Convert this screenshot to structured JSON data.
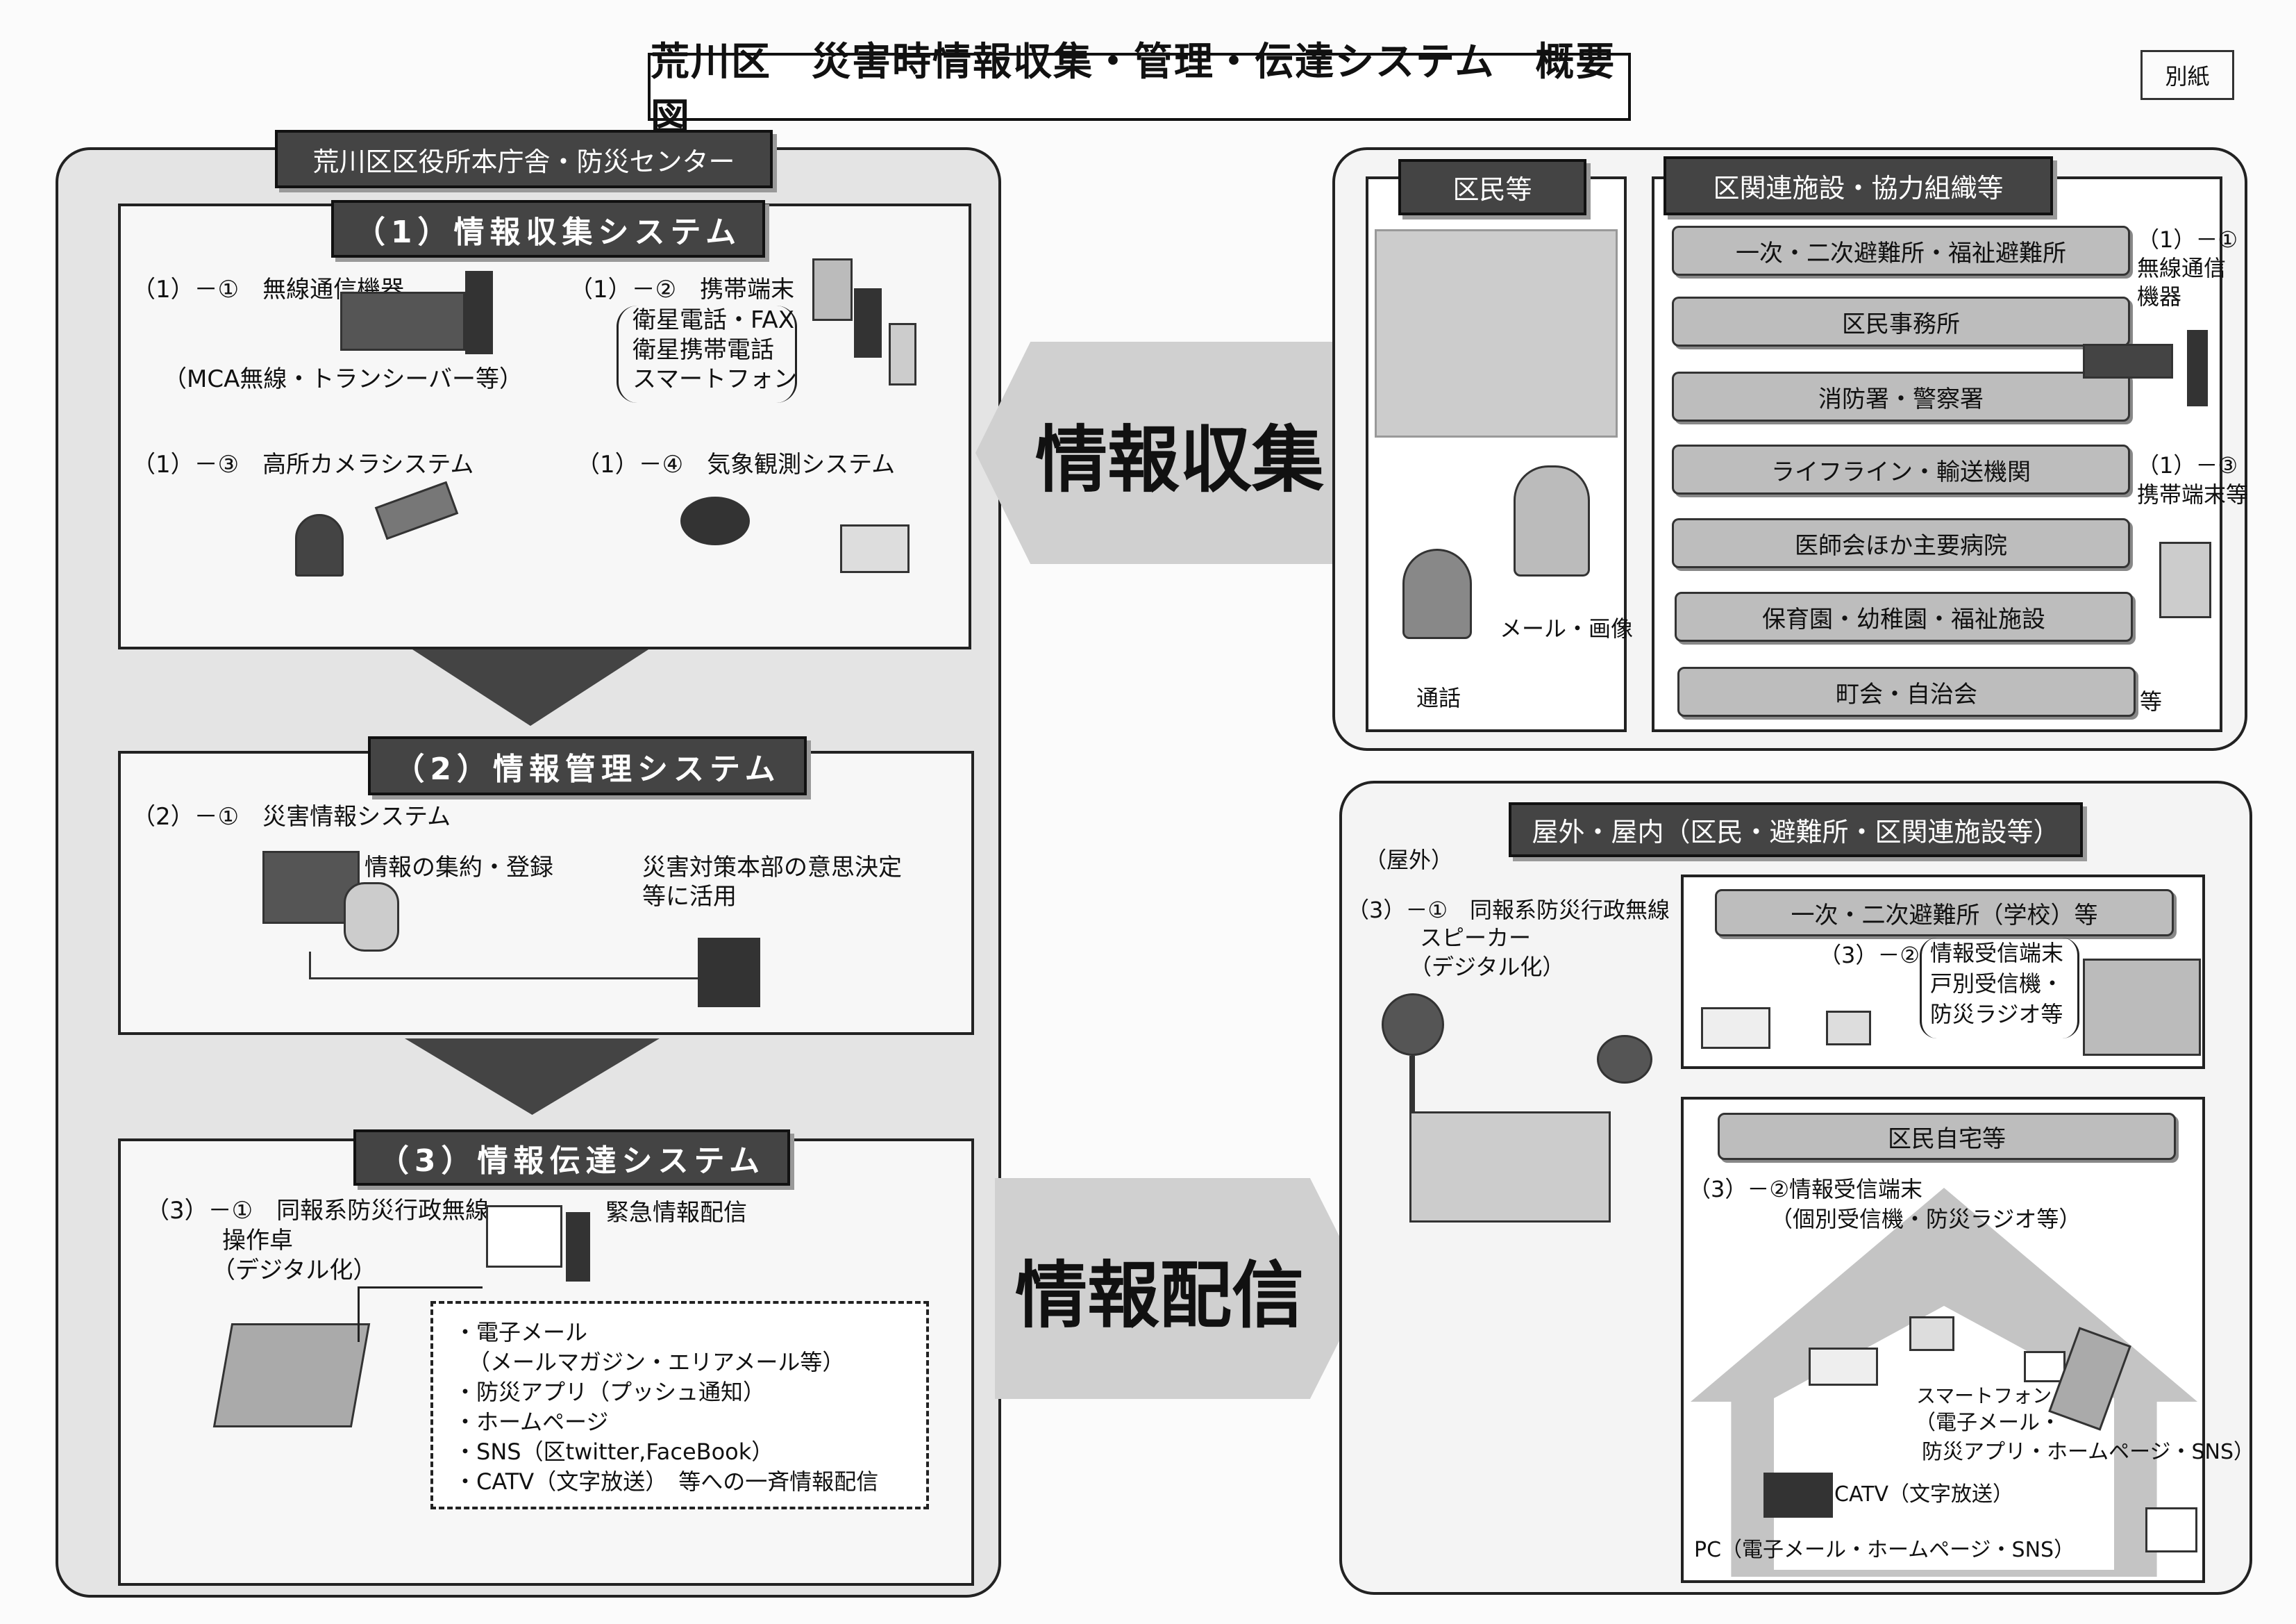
{
  "title": "荒川区　災害時情報収集・管理・伝達システム　概要図",
  "attachment_label": "別紙",
  "left": {
    "header": "荒川区区役所本庁舎・防災センター",
    "s1": {
      "title": "（1）情報収集システム",
      "i1": "（1）－①　無線通信機器",
      "i1_sub": "（MCA無線・トランシーバー等）",
      "i2": "（1）－②　携帯端末",
      "i2_list": [
        "衛星電話・FAX",
        "衛星携帯電話",
        "スマートフォン"
      ],
      "i3": "（1）－③　高所カメラシステム",
      "i4": "（1）－④　気象観測システム"
    },
    "s2": {
      "title": "（2）情報管理システム",
      "i1": "（2）－①　災害情報システム",
      "reg": "情報の集約・登録",
      "use": [
        "災害対策本部の意思決定",
        "等に活用"
      ]
    },
    "s3": {
      "title": "（3）情報伝達システム",
      "i1": [
        "（3）－①　同報系防災行政無線",
        "操作卓",
        "（デジタル化）"
      ],
      "emergency": "緊急情報配信",
      "list": [
        "・電子メール",
        "（メールマガジン・エリアメール等）",
        "・防災アプリ（プッシュ通知）",
        "・ホームページ",
        "・SNS（区twitter,FaceBook）",
        "・CATV（文字放送）　等への一斉情報配信"
      ]
    }
  },
  "arrows": {
    "collect": "情報収集",
    "deliver": "情報配信"
  },
  "top_right": {
    "residents": {
      "header": "区民等",
      "mail": "メール・画像",
      "call": "通話"
    },
    "facilities": {
      "header": "区関連施設・協力組織等",
      "items": [
        "一次・二次避難所・福祉避難所",
        "区民事務所",
        "消防署・警察署",
        "ライフライン・輸送機関",
        "医師会ほか主要病院",
        "保育園・幼稚園・福祉施設",
        "町会・自治会"
      ],
      "note1": [
        "（1）－①",
        "無線通信",
        "機器"
      ],
      "note3": [
        "（1）－③",
        "携帯端末等"
      ],
      "etc": "等"
    }
  },
  "bottom_right": {
    "header": "屋外・屋内（区民・避難所・区関連施設等）",
    "outdoor": "（屋外）",
    "speaker": [
      "（3）－①　同報系防災行政無線",
      "スピーカー",
      "（デジタル化）"
    ],
    "shelter": {
      "pill": "一次・二次避難所（学校）等",
      "label": "（3）－②",
      "terms": [
        "情報受信端末",
        "戸別受信機・",
        "防災ラジオ等"
      ]
    },
    "home": {
      "pill": "区民自宅等",
      "label": [
        "（3）－②情報受信端末",
        "（個別受信機・防災ラジオ等）"
      ],
      "smartphone": [
        "スマートフォン",
        "（電子メール・",
        "防災アプリ・ホームページ・SNS）"
      ],
      "catv": "CATV（文字放送）",
      "pc": "PC（電子メール・ホームページ・SNS）"
    }
  }
}
